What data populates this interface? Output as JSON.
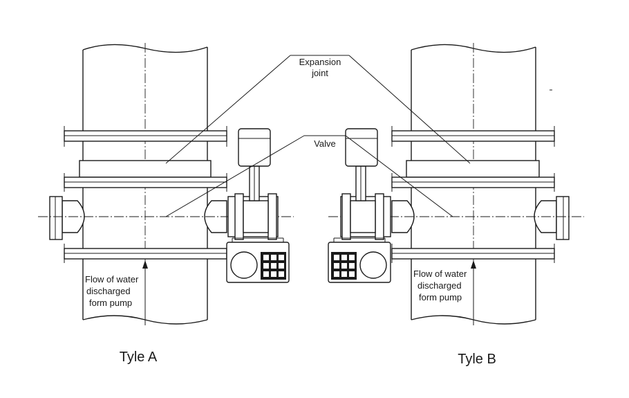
{
  "labels": {
    "expansion_joint_line1": "Expansion",
    "expansion_joint_line2": "joint",
    "valve": "Valve",
    "flow_a_line1": "Flow of water",
    "flow_a_line2": "discharged",
    "flow_a_line3": "form pump",
    "flow_b_line1": "Flow of water",
    "flow_b_line2": "discharged",
    "flow_b_line3": "form pump",
    "type_a": "Tyle A",
    "type_b": "Tyle B"
  }
}
